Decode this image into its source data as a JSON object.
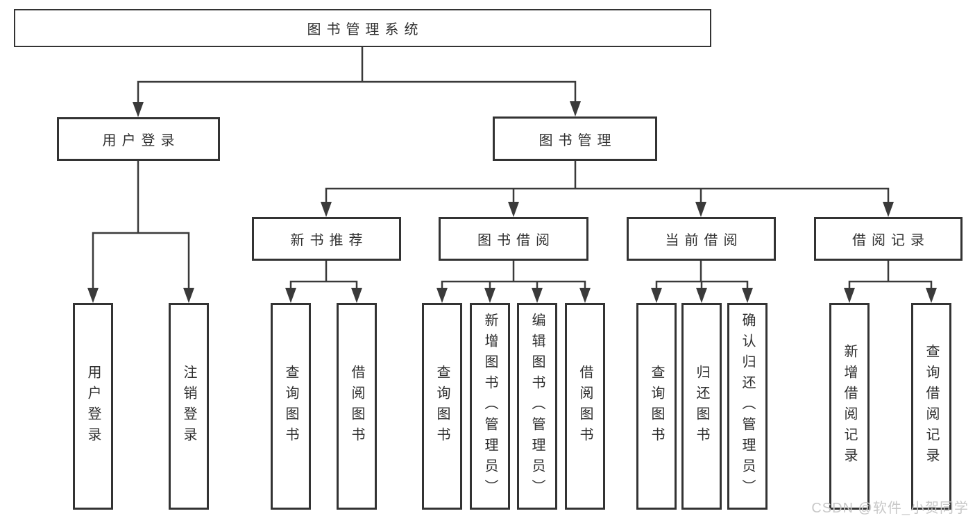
{
  "diagram": {
    "root": {
      "label": "图书管理系统"
    },
    "level2": [
      {
        "label": "用户登录"
      },
      {
        "label": "图书管理"
      }
    ],
    "level3": [
      {
        "label": "新书推荐"
      },
      {
        "label": "图书借阅"
      },
      {
        "label": "当前借阅"
      },
      {
        "label": "借阅记录"
      }
    ],
    "leaves": {
      "user_login": [
        "用户登录",
        "注销登录"
      ],
      "new_book_recommend": [
        "查询图书",
        "借阅图书"
      ],
      "book_borrow": [
        "查询图书",
        "新增图书（管理员）",
        "编辑图书（管理员）",
        "借阅图书"
      ],
      "current_borrow": [
        "查询图书",
        "归还图书",
        "确认归还（管理员）"
      ],
      "borrow_records": [
        "新增借阅记录",
        "查询借阅记录"
      ]
    }
  },
  "watermark": {
    "text": "CSDN @软件_小贺同学"
  },
  "colors": {
    "line": "#3a3a3a",
    "border": "#333333",
    "text": "#2f2f2f",
    "watermark": "#c8c8c8",
    "background": "#ffffff"
  }
}
